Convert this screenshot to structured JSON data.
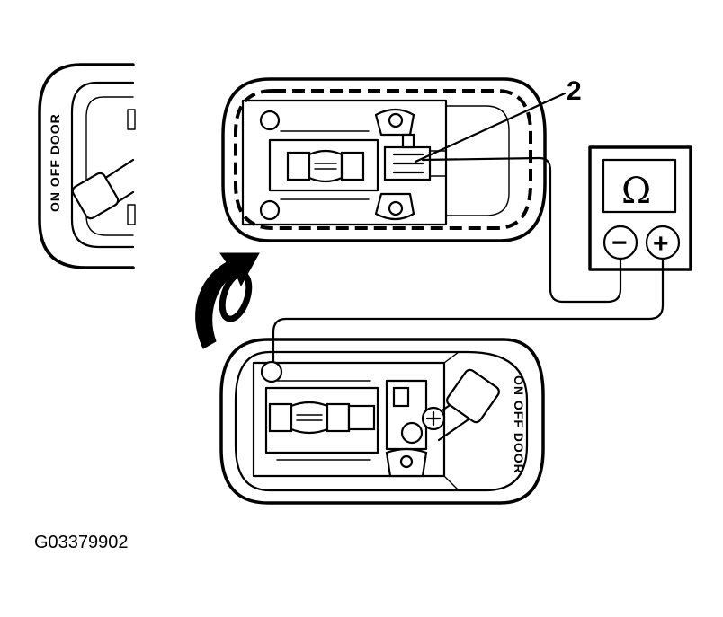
{
  "labels": {
    "switch_positions": "ON OFF DOOR",
    "callout_number": "2",
    "ohmmeter_symbol": "Ω",
    "negative_terminal": "−",
    "positive_terminal": "+",
    "figure_id": "G03379902"
  }
}
